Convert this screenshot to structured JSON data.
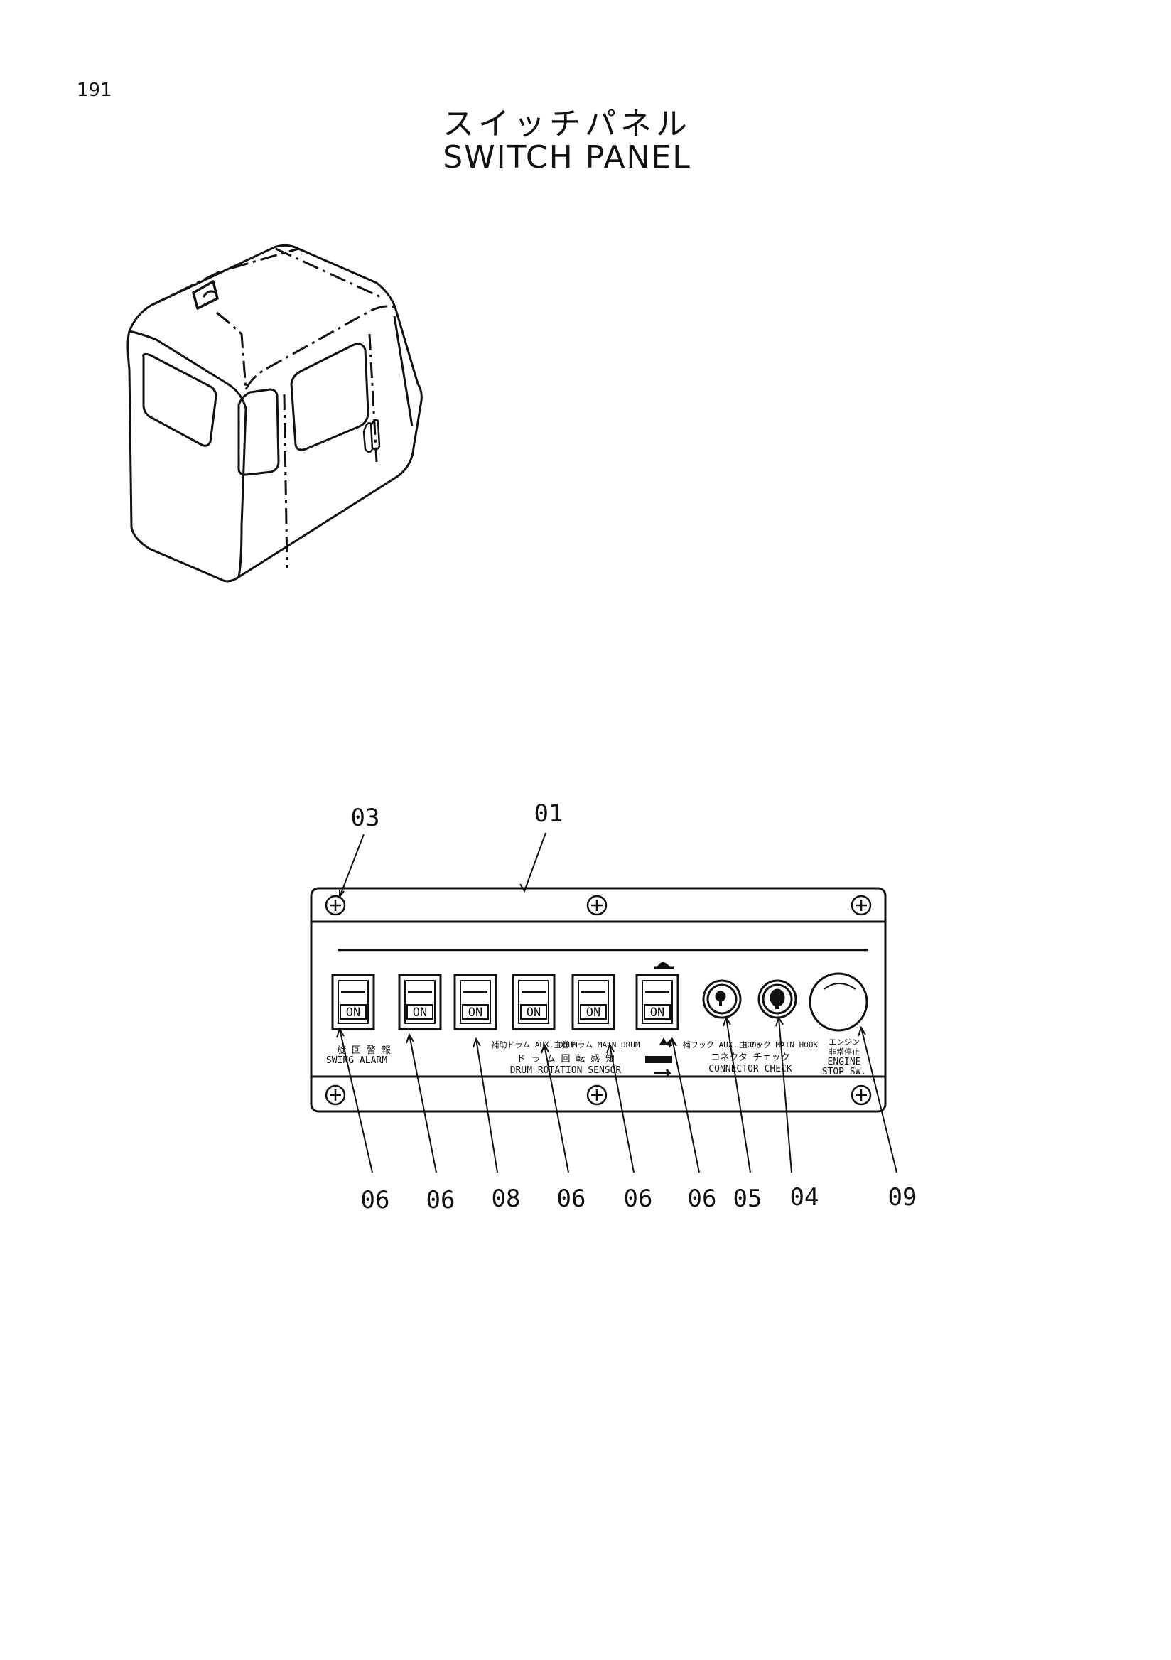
{
  "page_number": "191",
  "title": {
    "japanese": "スイッチパネル",
    "english": "SWITCH PANEL"
  },
  "callouts_top": [
    "03",
    "01"
  ],
  "callouts_bottom": [
    "06",
    "06",
    "08",
    "06",
    "06",
    "06",
    "05",
    "04",
    "09"
  ],
  "switch_label": "ON",
  "panel_labels": {
    "swing_alarm_jp": "旋 回 警 報",
    "swing_alarm_en": "SWING ALARM",
    "aux_drum": "補助ドラム AUX. DRUM",
    "main_drum": "主巻ドラム MAIN DRUM",
    "drum_rotation_jp": "ド ラ ム 回 転 感 知",
    "drum_rotation_en": "DRUM ROTATION SENSOR",
    "aux_hook": "補フック AUX. HOOK",
    "main_hook": "主フック MAIN HOOK",
    "connector_check_jp": "コネクタ チェック",
    "connector_check_en": "CONNECTOR CHECK",
    "engine_stop_jp1": "エンジン",
    "engine_stop_jp2": "非常停止",
    "engine_stop_en1": "ENGINE",
    "engine_stop_en2": "STOP SW."
  },
  "icons": [
    "turtle-icon",
    "rabbit-icon",
    "screw-icon",
    "key-icon"
  ]
}
